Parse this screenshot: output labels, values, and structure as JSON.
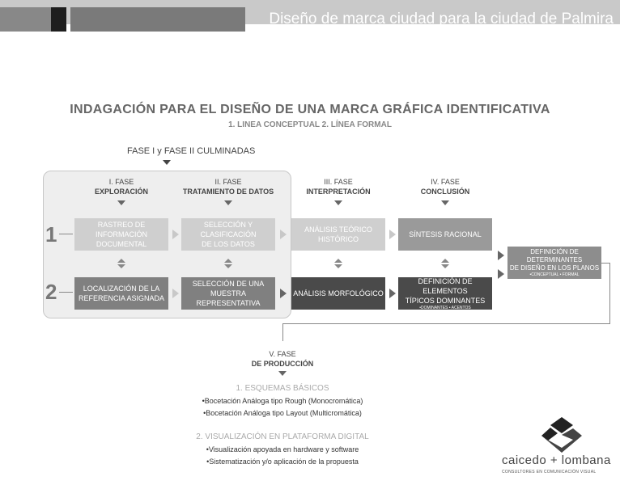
{
  "header": {
    "title": "Diseño de marca ciudad para la ciudad de Palmira"
  },
  "main_title": "INDAGACIÓN PARA EL DISEÑO DE UNA MARCA GRÁFICA IDENTIFICATIVA",
  "sub_title": "1. LINEA CONCEPTUAL   2. LÍNEA FORMAL",
  "fase_note": "FASE I y FASE II CULMINADAS",
  "phases": [
    {
      "num": "I. FASE",
      "name": "EXPLORACIÓN"
    },
    {
      "num": "II. FASE",
      "name": "TRATAMIENTO DE DATOS"
    },
    {
      "num": "III. FASE",
      "name": "INTERPRETACIÓN"
    },
    {
      "num": "IV. FASE",
      "name": "CONCLUSIÓN"
    }
  ],
  "row_labels": [
    "1",
    "2"
  ],
  "row1": [
    {
      "l1": "RASTREO DE INFORMACIÓN",
      "l2": "DOCUMENTAL"
    },
    {
      "l1": "SELECCIÓN Y CLASIFICACIÓN",
      "l2": "DE LOS DATOS"
    },
    {
      "l1": "ANÁLISIS TEÓRICO",
      "l2": "HISTÓRICO"
    },
    {
      "l1": "SÍNTESIS RACIONAL",
      "l2": ""
    }
  ],
  "row2": [
    {
      "l1": "LOCALIZACIÓN DE LA",
      "l2": "REFERENCIA ASIGNADA"
    },
    {
      "l1": "SELECCIÓN DE UNA",
      "l2": "MUESTRA REPRESENTATIVA"
    },
    {
      "l1": "ANÁLISIS MORFOLÓGICO",
      "l2": ""
    },
    {
      "l1": "DEFINICIÓN DE ELEMENTOS",
      "l2": "TÍPICOS DOMINANTES",
      "sub": "•DOMINANTES   • ACENTOS"
    }
  ],
  "final_box": {
    "l1": "DEFINICIÓN DE DETERMINANTES",
    "l2": "DE DISEÑO EN LOS PLANOS",
    "sub": "•CONCEPTUAL   • FORMAL"
  },
  "phase5": {
    "num": "V. FASE",
    "name": "DE PRODUCCIÓN"
  },
  "section1": {
    "heading": "1. ESQUEMAS BÁSICOS",
    "items": [
      "•Bocetación Análoga tipo Rough (Monocromática)",
      "•Bocetación Análoga tipo Layout (Multicromática)"
    ]
  },
  "section2": {
    "heading": "2. VISUALIZACIÓN EN PLATAFORMA DIGITAL",
    "items": [
      "•Visualización apoyada en hardware y software",
      "•Sistematización y/o aplicación de la propuesta"
    ]
  },
  "logo": {
    "name": "caicedo + lombana",
    "tagline": "CONSULTORES EN COMUNICACIÓN VISUAL"
  }
}
